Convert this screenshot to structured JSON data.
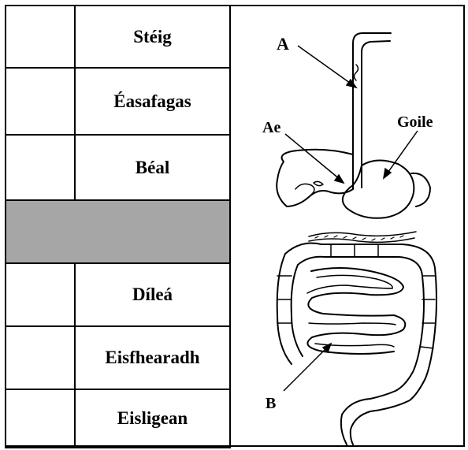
{
  "table": {
    "rows": [
      {
        "label": "Stéig",
        "shaded": false
      },
      {
        "label": "Éasafagas",
        "shaded": false
      },
      {
        "label": "Béal",
        "shaded": false
      },
      {
        "label": "",
        "shaded": true
      },
      {
        "label": "Díleá",
        "shaded": false
      },
      {
        "label": "Eisfhearadh",
        "shaded": false
      },
      {
        "label": "Eisligean",
        "shaded": false
      }
    ]
  },
  "diagram": {
    "labels": {
      "a": "A",
      "b": "B",
      "ae": "Ae",
      "goile": "Goile"
    }
  }
}
